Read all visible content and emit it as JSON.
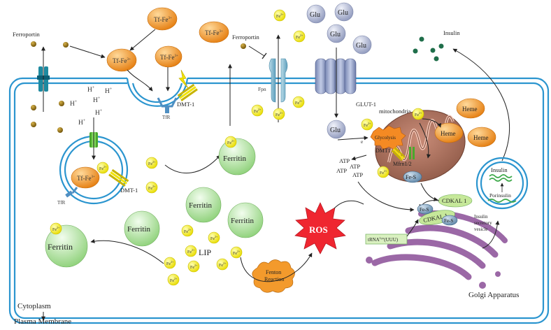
{
  "labels": {
    "ferroportin_left": "Ferroportin",
    "ferroportin_top": "Ferroportin",
    "tf_fe": "Tf-Fe",
    "tf_fe_sup": "3+",
    "dmt1": "DMT-1",
    "tfr": "TfR",
    "fpn": "Fpn",
    "glut1": "GLUT-1",
    "glu": "Glu",
    "fe": "Fe",
    "fe_sup": "2+",
    "h_plus": "H",
    "h_sup": "+",
    "ferritin": "Ferritin",
    "lip": "LIP",
    "ros": "ROS",
    "fenton": "Fenton Reaction",
    "atp": "ATP",
    "mitochondria": "mitochondria",
    "heme": "Heme",
    "glycolysis": "Glycolysis",
    "dmt1_mito": "DMT1",
    "mfrn": "Mfrn1/2",
    "fe_s": "Fe-S",
    "cdkal1": "CDKAL 1",
    "trna": "tRNA",
    "trna_sup": "Lys",
    "trna_suffix": "(UUU)",
    "insulin": "Insulin",
    "porinsulin": "Porinsulin",
    "vesicle": "Insulin secretory vesicle",
    "golgi": "Golgi Apparatus",
    "cytoplasm": "Cytoplasm",
    "plasma_membrane": "Plasma Membrane",
    "electron": "e"
  },
  "colors": {
    "membrane": "#2b95cf",
    "fe_ball": "#f2ee15",
    "ferritin": "#8fd87a",
    "tf": "#f2921e",
    "glu": "#9aa3c6",
    "ros": "#f0262b",
    "golgi": "#9b68a6",
    "mito": "#a4705e",
    "cdkal": "#c6e89a",
    "dark_iron": "#8c6a0c",
    "insulin_dot": "#1f6e4a"
  }
}
